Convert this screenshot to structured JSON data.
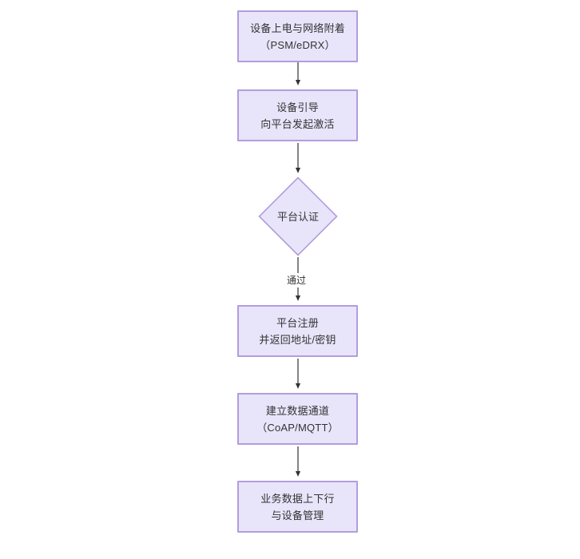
{
  "diagram": {
    "type": "flowchart",
    "orientation": "top-to-bottom",
    "title": "",
    "background_color": "#ffffff",
    "node_fill_color": "#e8e5fb",
    "node_border_color": "#b29ddd",
    "node_text_color": "#333333",
    "connector_color": "#333333",
    "nodes": [
      {
        "id": "n1",
        "shape": "rectangle",
        "label": "设备上电与网络附着\n（PSM/eDRX）",
        "line1": "设备上电与网络附着",
        "line2": "（PSM/eDRX）"
      },
      {
        "id": "n2",
        "shape": "rectangle",
        "label": "设备引导\n向平台发起激活",
        "line1": "设备引导",
        "line2": "向平台发起激活"
      },
      {
        "id": "n3",
        "shape": "diamond",
        "label": "平台认证",
        "line1": "平台认证",
        "line2": ""
      },
      {
        "id": "n4",
        "shape": "rectangle",
        "label": "平台注册\n并返回地址/密钥",
        "line1": "平台注册",
        "line2": "并返回地址/密钥"
      },
      {
        "id": "n5",
        "shape": "rectangle",
        "label": "建立数据通道\n（CoAP/MQTT）",
        "line1": "建立数据通道",
        "line2": "（CoAP/MQTT）"
      },
      {
        "id": "n6",
        "shape": "rectangle",
        "label": "业务数据上下行\n与设备管理",
        "line1": "业务数据上下行",
        "line2": "与设备管理"
      }
    ],
    "edges": [
      {
        "id": "e1",
        "from": "n1",
        "to": "n2",
        "label": ""
      },
      {
        "id": "e2",
        "from": "n2",
        "to": "n3",
        "label": ""
      },
      {
        "id": "e3",
        "from": "n3",
        "to": "n4",
        "label": "通过"
      },
      {
        "id": "e4",
        "from": "n4",
        "to": "n5",
        "label": ""
      },
      {
        "id": "e5",
        "from": "n5",
        "to": "n6",
        "label": ""
      }
    ]
  }
}
